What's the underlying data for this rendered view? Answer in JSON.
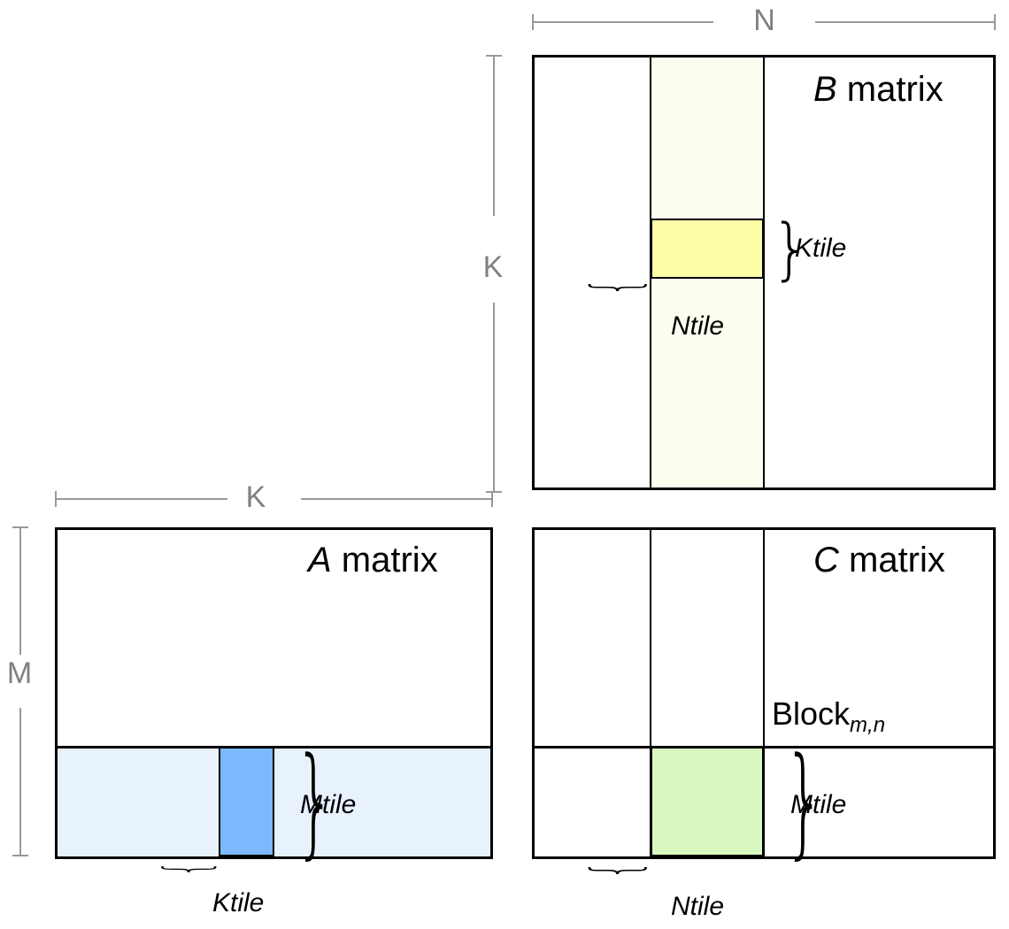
{
  "diagram": {
    "title_semantic": "tiled-matrix-multiplication-blocking-diagram",
    "matrices": {
      "a": {
        "label_italic": "A",
        "label_rest": " matrix",
        "row_band_color": "#E8F2FD",
        "tile_color": "#7CB8FC",
        "tile_h_label": "Ktile",
        "tile_v_label": "Mtile"
      },
      "b": {
        "label_italic": "B",
        "label_rest": " matrix",
        "col_band_color": "#FEFEF0",
        "tile_color": "#FDFDA8",
        "tile_h_label": "Ntile",
        "tile_v_label": "Ktile"
      },
      "c": {
        "label_italic": "C",
        "label_rest": " matrix",
        "tile_color": "#D9F8C0",
        "tile_h_label": "Ntile",
        "tile_v_label": "Mtile",
        "block_label": "Block",
        "block_sub": "m,n"
      }
    },
    "dimensions": {
      "n": "N",
      "k_vertical": "K",
      "k_horizontal": "K",
      "m": "M"
    },
    "colors": {
      "outline": "#000000",
      "dimension_gray": "#999999",
      "dimension_text_gray": "#808080",
      "background": "#FFFFFF"
    }
  }
}
